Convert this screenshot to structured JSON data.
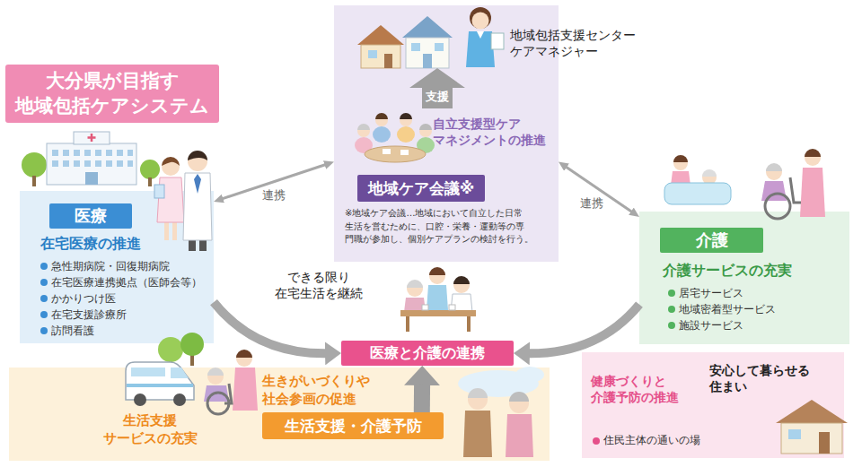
{
  "diagram": {
    "title": "大分県が目指す 地域包括ケアシステム",
    "nodes": [
      {
        "text": [
          "自立支援型ケア マネジメントの推進",
          "※地域ケア会議…地域において自立した日常 生活を営むために、口腔・栄養・運動等の専 門職が参加し、個別ケアプランの検討を行う。"
        ]
      },
      {
        "text": [
          "地域ケア会議※"
        ],
        "in": 0
      },
      {
        "text": [
          "在宅医療の推進",
          "急性期病院・回復期病院",
          "在宅医療連携拠点（医師会等）",
          "かかりつけ医",
          "在宅支援診療所",
          "訪問看護"
        ]
      },
      {
        "text": [
          "医療"
        ],
        "in": 2
      },
      {
        "text": [
          "介護サービスの充実",
          "居宅サービス",
          "地域密着型サービス",
          "施設サービス"
        ]
      },
      {
        "text": [
          "介護"
        ],
        "in": 4
      },
      {
        "text": [
          "医療と介護の連携"
        ]
      },
      {
        "text": [
          "生活支援 サービスの充実",
          "生きがいづくりや 社会参画の促進"
        ]
      },
      {
        "text": [
          "生活支援・介護予防"
        ],
        "in": 7
      },
      {
        "text": [
          "健康づくりと 介護予防の推進",
          "住民主体の通いの場",
          "安心して暮らせる 住まい"
        ]
      }
    ],
    "edges": [
      {
        "from": 2,
        "to": 0,
        "arrow": "both",
        "label": "連携"
      },
      {
        "from": 0,
        "to": 4,
        "arrow": "both",
        "label": "連携"
      },
      {
        "from": 2,
        "to": 6,
        "arrow": "to"
      },
      {
        "from": 4,
        "to": 6,
        "arrow": "to"
      },
      {
        "from": 8,
        "to": 6,
        "arrow": "to"
      }
    ],
    "labels": [
      "地域包括支援センター ケアマネジャー",
      "支援",
      "できる限り 在宅生活を継続"
    ]
  }
}
